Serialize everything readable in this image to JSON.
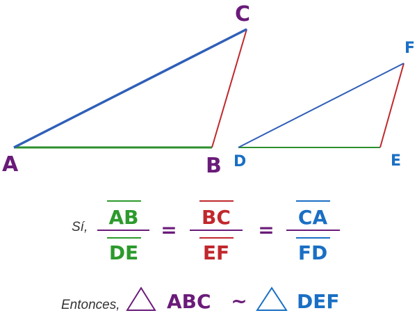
{
  "colors": {
    "purple": "#6a1b7a",
    "blue": "#1a6fc4",
    "green": "#2c9a2c",
    "red": "#c0282d",
    "triangle_abc_side_ab": "#2c8f2c",
    "triangle_abc_side_bc": "#c0282d",
    "triangle_abc_side_ca": "#2f5fb8",
    "triangle_def_side_de": "#2c8f2c",
    "triangle_def_side_ef": "#c0282d",
    "triangle_def_side_fd": "#2f5fb8"
  },
  "triangle_abc": {
    "vertex_a": "A",
    "vertex_b": "B",
    "vertex_c": "C"
  },
  "triangle_def": {
    "vertex_d": "D",
    "vertex_e": "E",
    "vertex_f": "F"
  },
  "ratios": {
    "lead": "Sí,",
    "ab": "AB",
    "de": "DE",
    "bc": "BC",
    "ef": "EF",
    "ca": "CA",
    "fd": "FD",
    "equals": "="
  },
  "conclusion": {
    "lead": "Entonces,",
    "abc": "ABC",
    "similar": "~",
    "def": "DEF"
  }
}
